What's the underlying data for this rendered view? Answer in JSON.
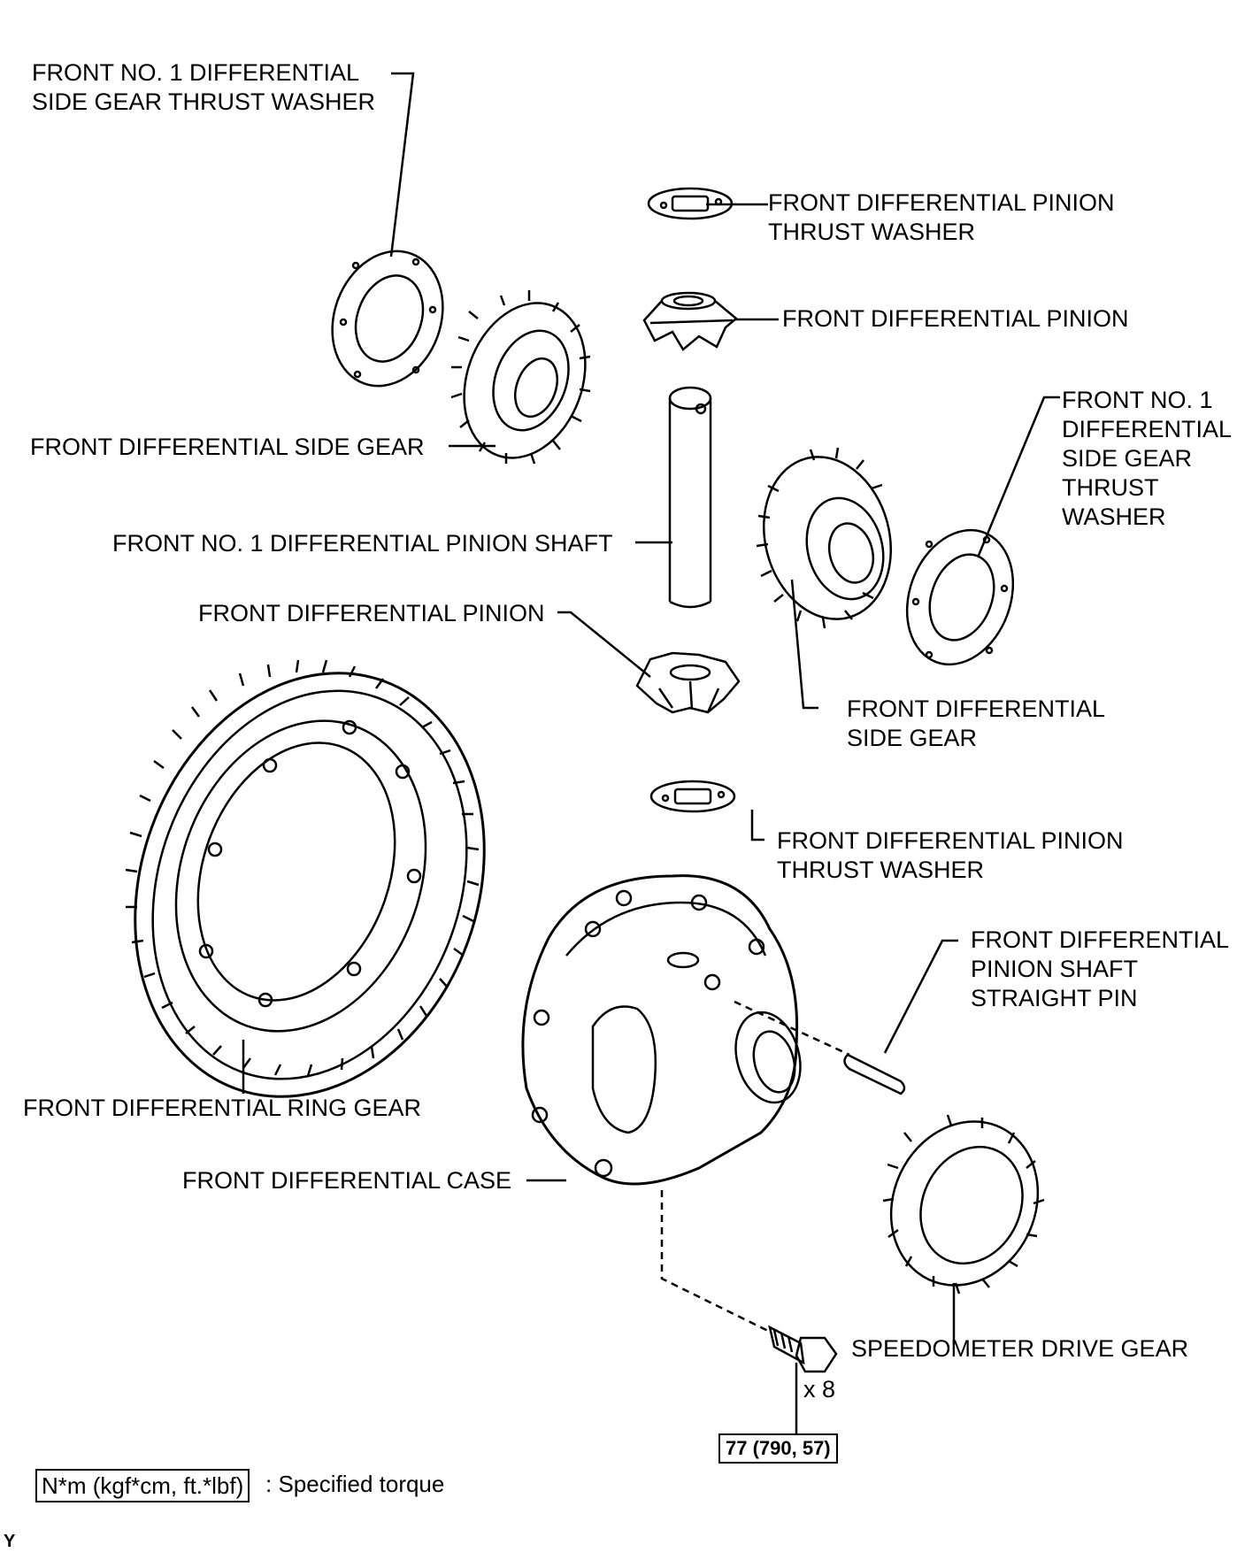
{
  "labels": {
    "side_gear_thrust_washer_left": "FRONT NO. 1 DIFFERENTIAL\nSIDE GEAR THRUST WASHER",
    "pinion_thrust_washer_top": "FRONT DIFFERENTIAL PINION\nTHRUST WASHER",
    "pinion_top": "FRONT DIFFERENTIAL PINION",
    "side_gear_thrust_washer_right": "FRONT NO. 1\nDIFFERENTIAL\nSIDE GEAR\nTHRUST\nWASHER",
    "side_gear_left": "FRONT DIFFERENTIAL SIDE GEAR",
    "pinion_shaft": "FRONT NO. 1 DIFFERENTIAL PINION SHAFT",
    "pinion_bottom": "FRONT DIFFERENTIAL PINION",
    "side_gear_right": "FRONT DIFFERENTIAL\nSIDE GEAR",
    "pinion_thrust_washer_bottom": "FRONT DIFFERENTIAL PINION\nTHRUST WASHER",
    "straight_pin": "FRONT DIFFERENTIAL\nPINION SHAFT\nSTRAIGHT PIN",
    "ring_gear": "FRONT DIFFERENTIAL RING GEAR",
    "diff_case": "FRONT DIFFERENTIAL CASE",
    "speedo_gear": "SPEEDOMETER DRIVE GEAR",
    "bolt_qty": "x 8"
  },
  "torque": {
    "value": "77 (790, 57)"
  },
  "legend": {
    "unit_box": "N*m (kgf*cm, ft.*lbf)",
    "description": ": Specified torque"
  },
  "footer": {
    "code": "Y"
  }
}
